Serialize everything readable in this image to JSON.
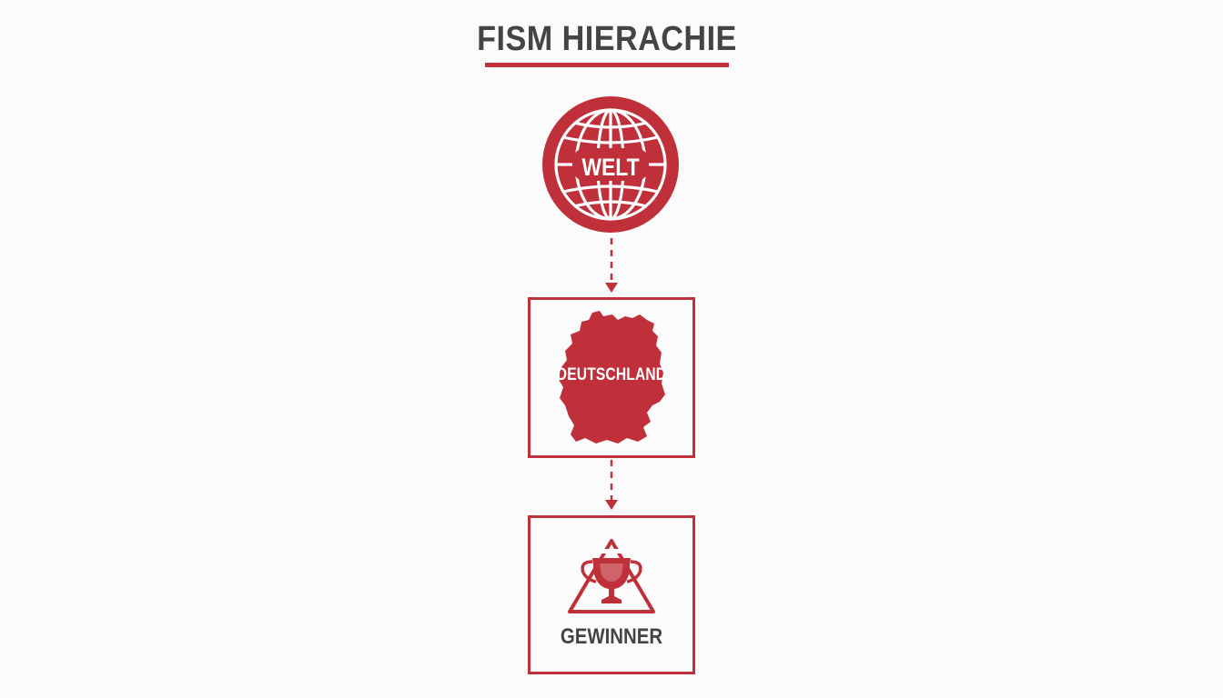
{
  "title": "FISM HIERACHIE",
  "colors": {
    "accent": "#c0303a",
    "text": "#444444",
    "background": "#fbfbfb"
  },
  "nodes": [
    {
      "label": "WELT",
      "icon": "globe-icon"
    },
    {
      "label": "DEUTSCHLAND",
      "icon": "germany-map-icon"
    },
    {
      "label": "GEWINNER",
      "icon": "trophy-icon"
    }
  ]
}
